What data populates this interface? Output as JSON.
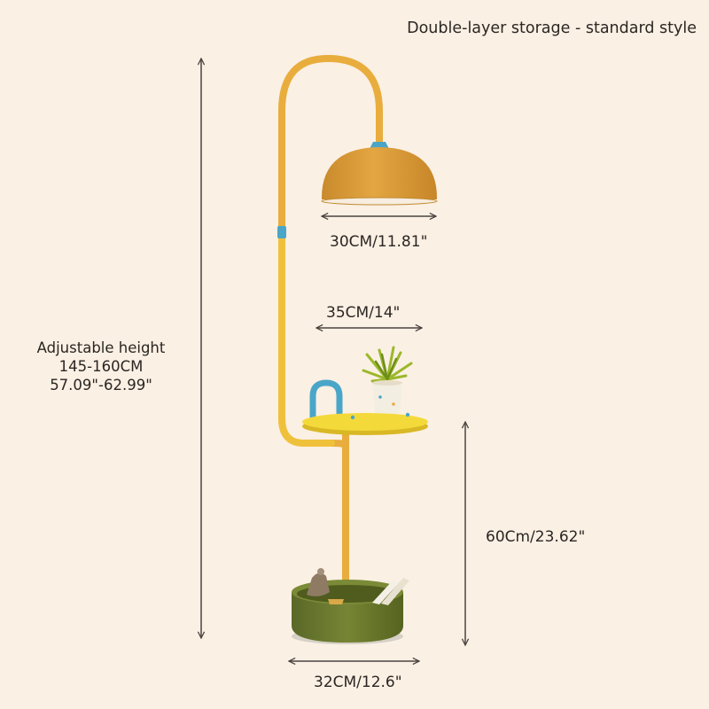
{
  "title": "Double-layer storage - standard style",
  "dimensions": {
    "height": {
      "line1": "Adjustable height",
      "line2": "145-160CM",
      "line3": "57.09\"-62.99\""
    },
    "shade_width": "30CM/11.81\"",
    "table_width": "35CM/14\"",
    "lower_height": "60Cm/23.62\"",
    "base_width": "32CM/12.6\""
  },
  "colors": {
    "background": "#fbf0e4",
    "lamp_pole": "#e8ad3d",
    "shade": "#d99a3a",
    "table_top": "#f4d93a",
    "accent_blue": "#4aa6c8",
    "basket": "#6c7a32",
    "dimension_lines": "#4a4440"
  }
}
